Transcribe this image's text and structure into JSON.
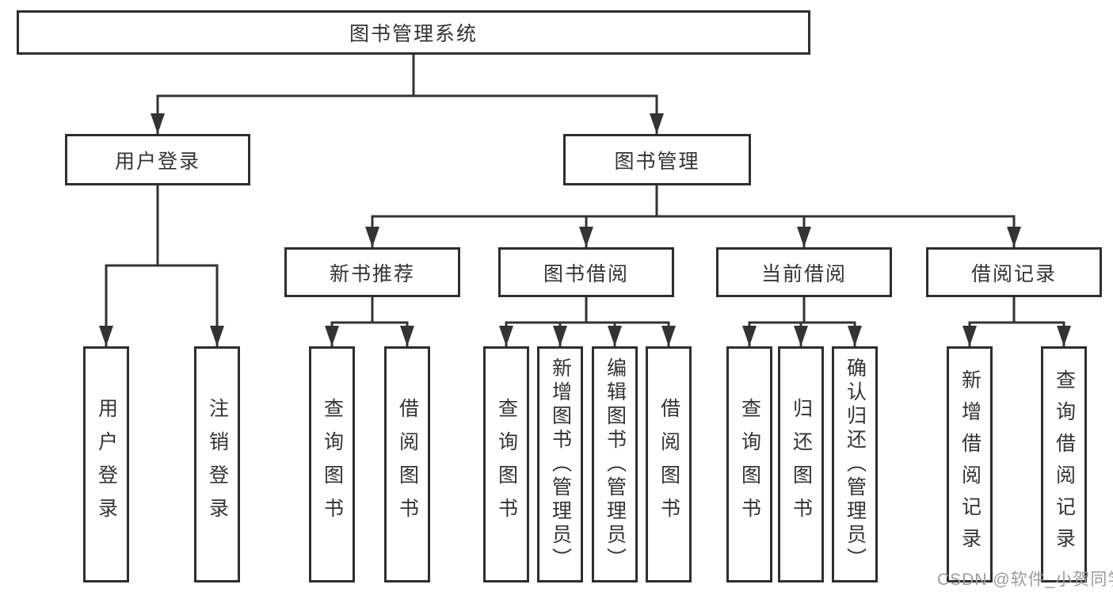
{
  "tree": {
    "label": "图书管理系统",
    "children": [
      {
        "label": "用户登录",
        "children": [
          {
            "label": "用户登录"
          },
          {
            "label": "注销登录"
          }
        ]
      },
      {
        "label": "图书管理",
        "children": [
          {
            "label": "新书推荐",
            "children": [
              {
                "label": "查询图书"
              },
              {
                "label": "借阅图书"
              }
            ]
          },
          {
            "label": "图书借阅",
            "children": [
              {
                "label": "查询图书"
              },
              {
                "label": "新增图书（管理员）"
              },
              {
                "label": "编辑图书（管理员）"
              },
              {
                "label": "借阅图书"
              }
            ]
          },
          {
            "label": "当前借阅",
            "children": [
              {
                "label": "查询图书"
              },
              {
                "label": "归还图书"
              },
              {
                "label": "确认归还（管理员）"
              }
            ]
          },
          {
            "label": "借阅记录",
            "children": [
              {
                "label": "新增借阅记录"
              },
              {
                "label": "查询借阅记录"
              }
            ]
          }
        ]
      }
    ]
  },
  "watermark": {
    "text": "CSDN @软件_小贺同学"
  },
  "colors": {
    "line": "#333333",
    "node_border": "#2e2e2e",
    "node_fill": "#ffffff",
    "text": "#333333",
    "watermark_text": "#9b9b9b",
    "page_background": "#ffffff"
  }
}
